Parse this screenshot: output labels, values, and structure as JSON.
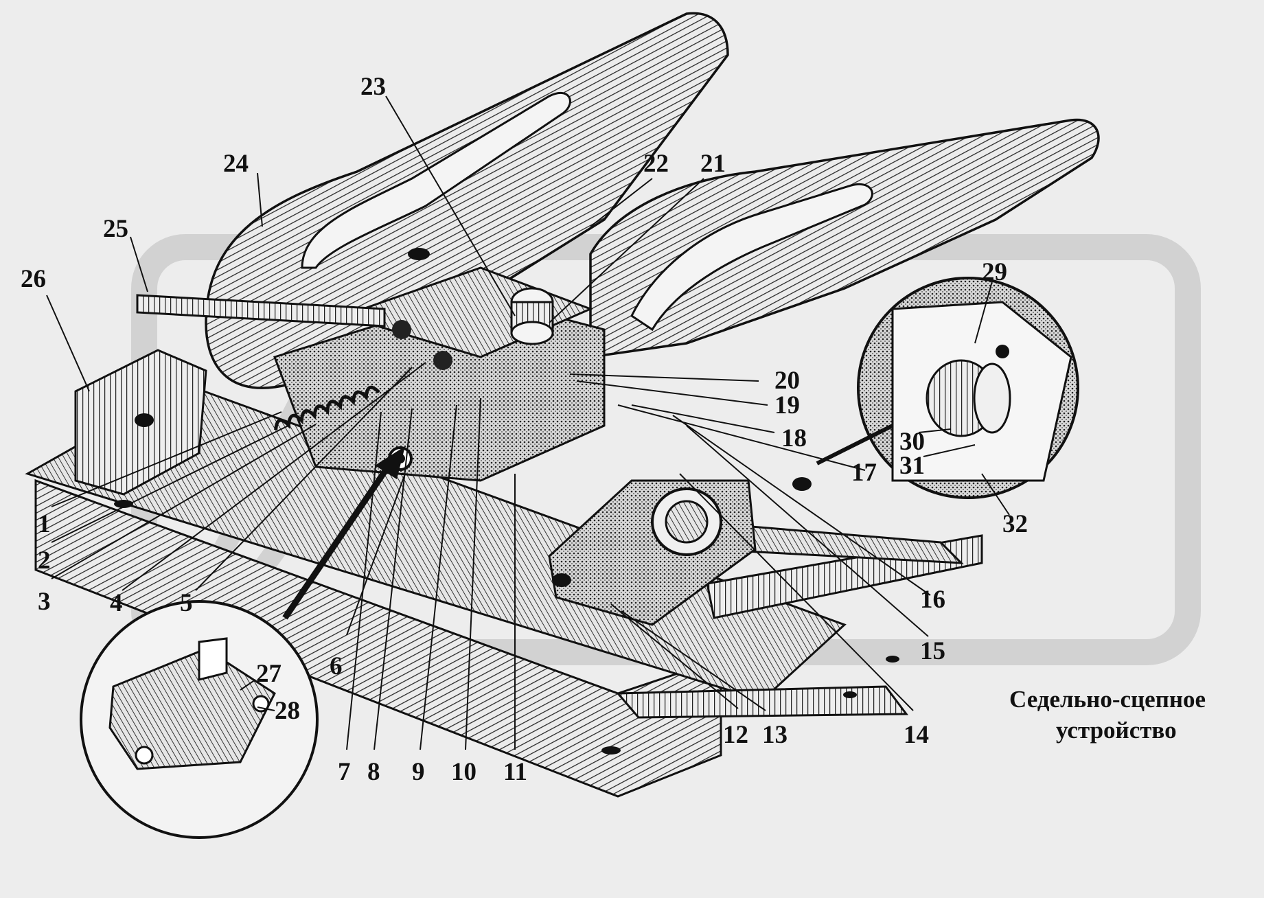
{
  "caption": {
    "line1": "Седельно-сцепное",
    "line2": "устройство"
  },
  "callouts": [
    "1",
    "2",
    "3",
    "4",
    "5",
    "6",
    "7",
    "8",
    "9",
    "10",
    "11",
    "12",
    "13",
    "14",
    "15",
    "16",
    "17",
    "18",
    "19",
    "20",
    "21",
    "22",
    "23",
    "24",
    "25",
    "26",
    "27",
    "28",
    "29",
    "30",
    "31",
    "32"
  ],
  "colors": {
    "background": "#ededed",
    "ink": "#111111",
    "watermark": "#d2d2d2"
  }
}
